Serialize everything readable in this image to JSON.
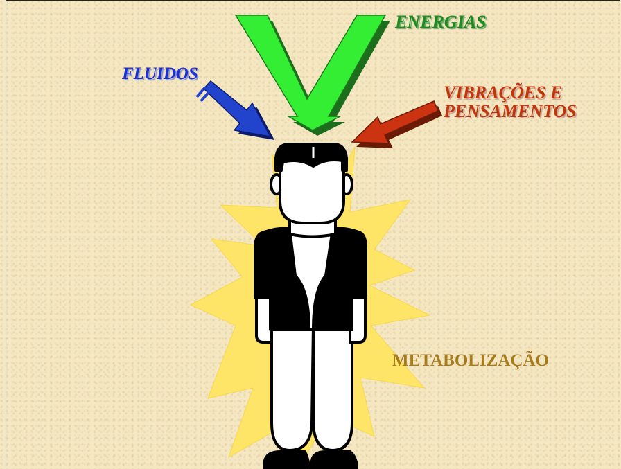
{
  "labels": {
    "energias": "ENERGIAS",
    "fluidos": "FLUIDOS",
    "vibracoes_line1": "VIBRAÇÕES E",
    "vibracoes_line2": "PENSAMENTOS",
    "metabolizacao": "METABOLIZAÇÃO"
  },
  "colors": {
    "energias": "#1f8a1f",
    "green_arrow": "#33ee33",
    "fluidos": "#1a2fd6",
    "blue_arrow": "#2244cc",
    "vibracoes": "#c1350b",
    "red_arrow": "#cc3311",
    "metabolizacao": "#a67c1e",
    "burst": "#ffe567"
  },
  "icons": [
    "green-v-arrow-icon",
    "blue-arrow-icon",
    "red-arrow-icon",
    "burst-icon",
    "person-figure-icon"
  ]
}
